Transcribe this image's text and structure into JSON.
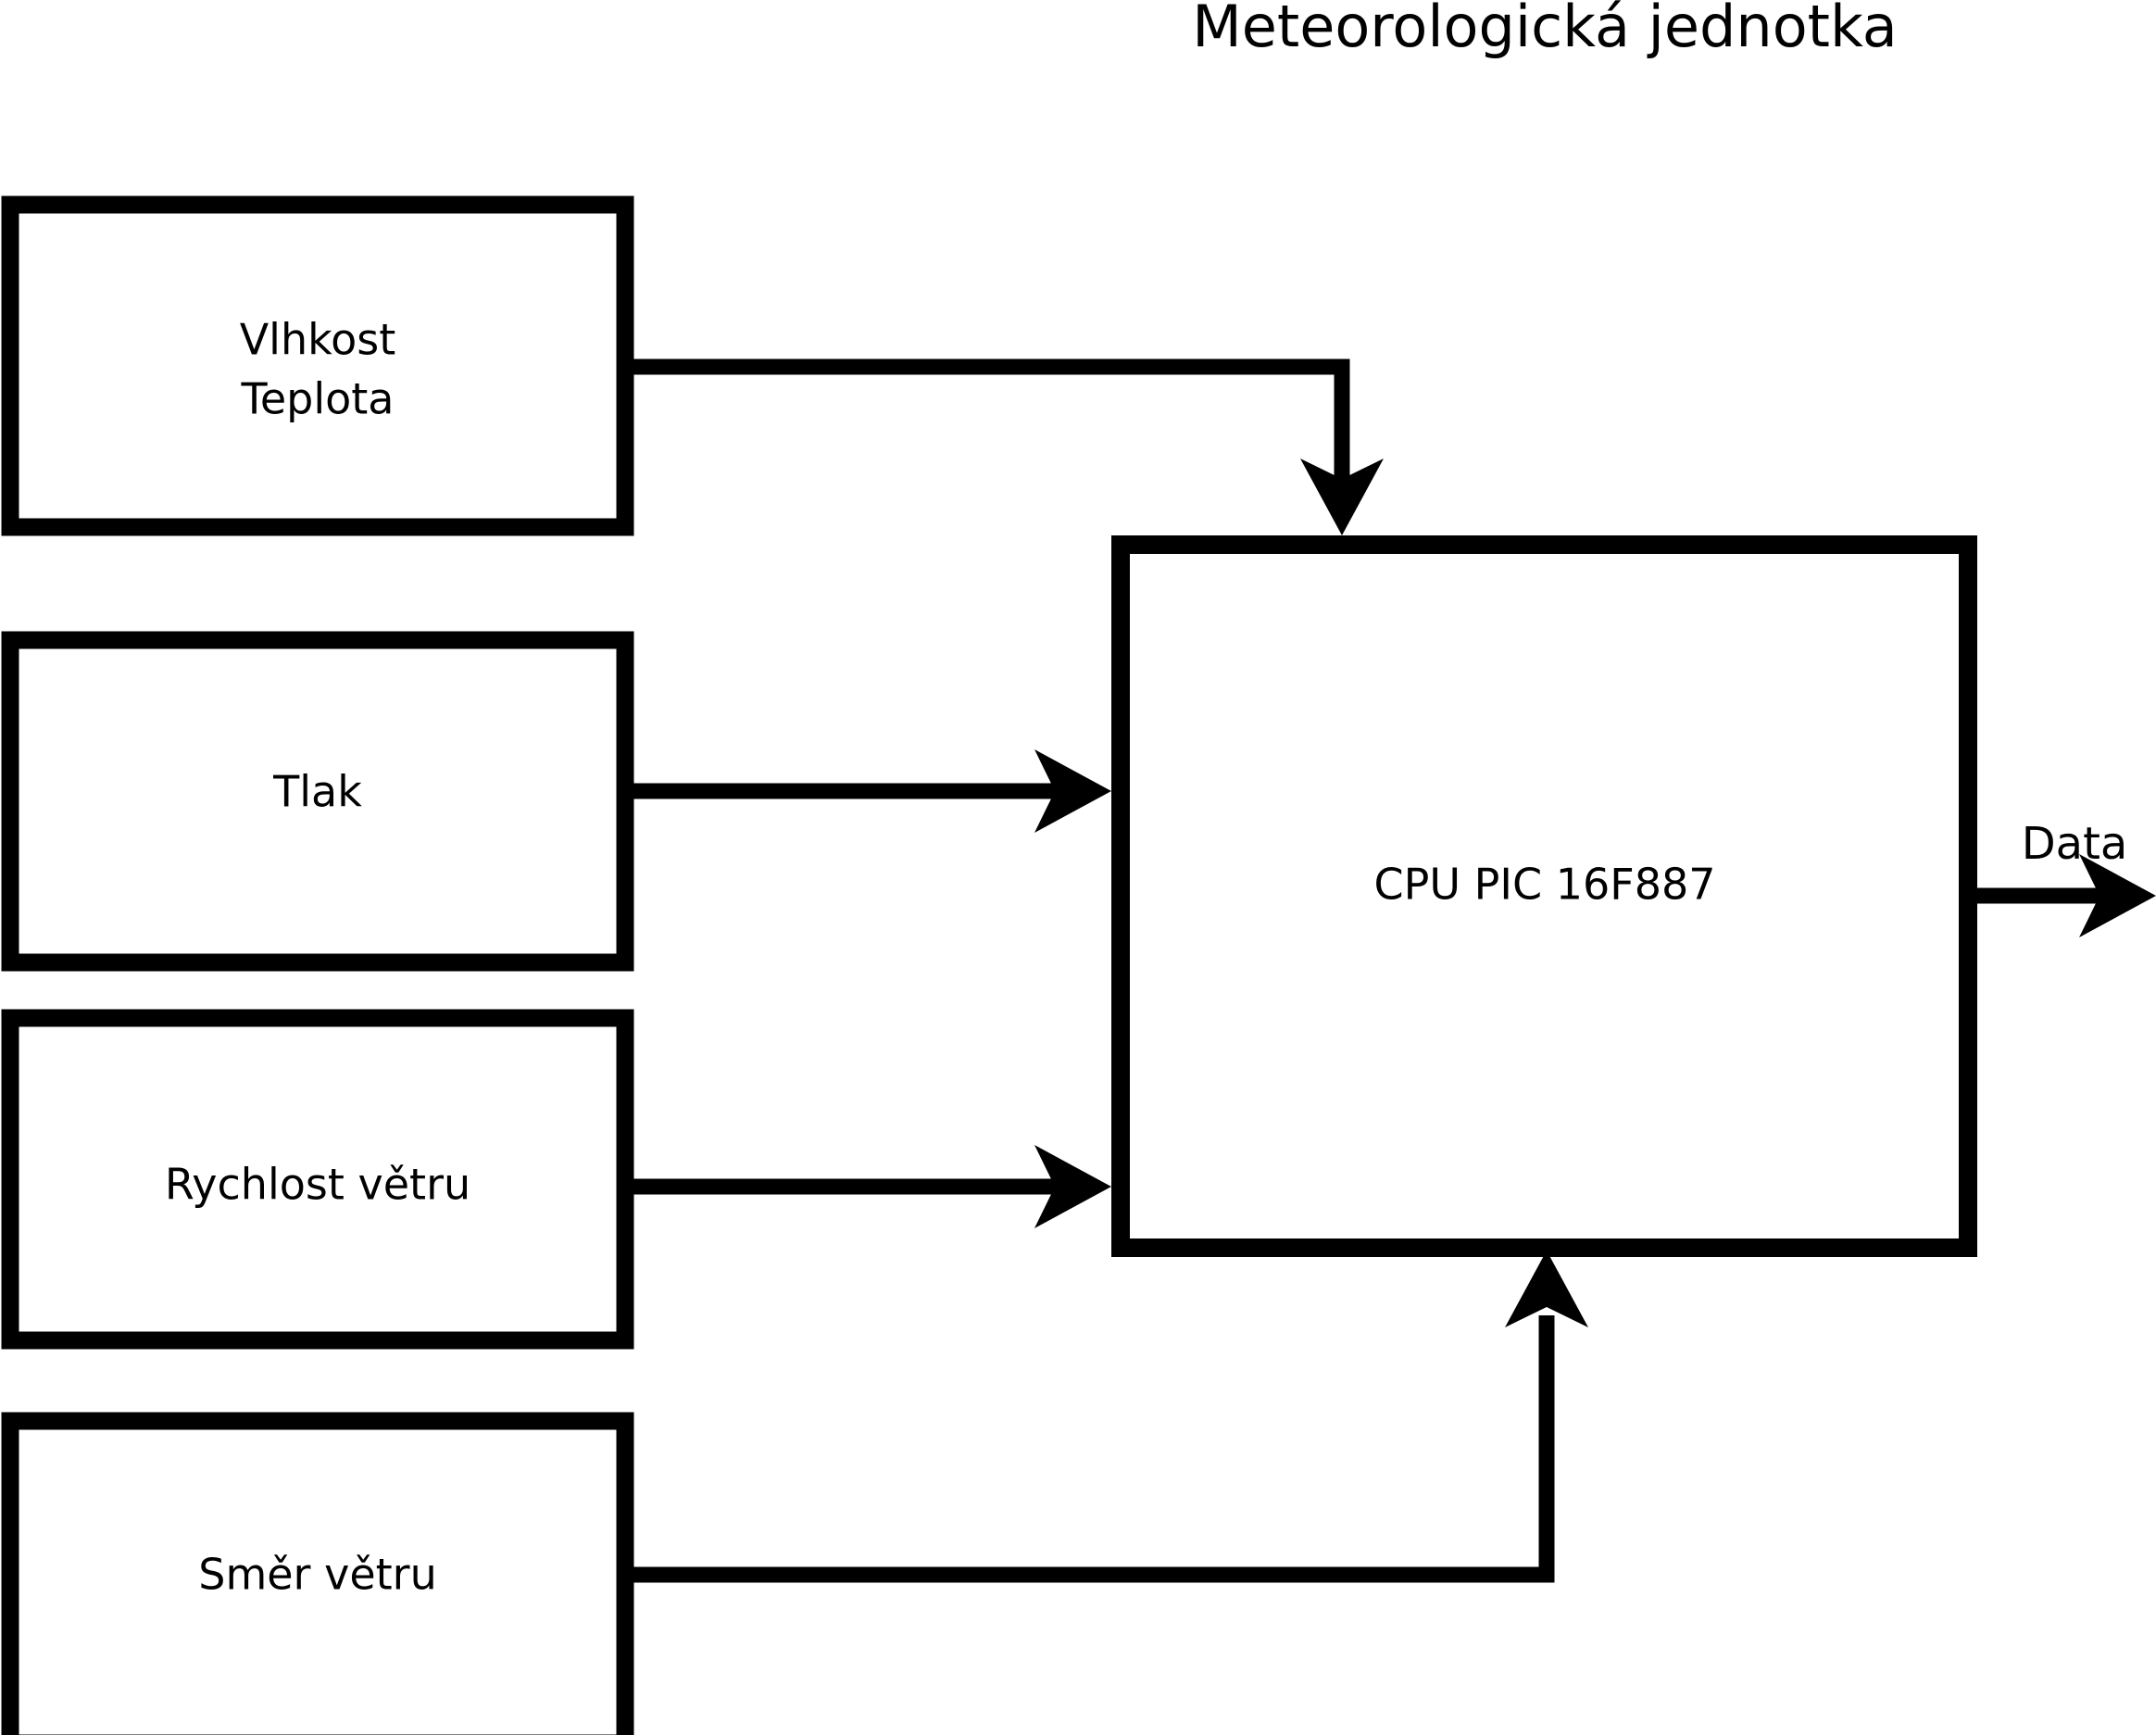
{
  "diagram": {
    "title": "Meteorologická jednotka",
    "background_color": "#ffffff",
    "line_color": "#000000",
    "text_color": "#000000",
    "sensor_blocks": [
      {
        "id": "humidity-temperature",
        "line1": "Vlhkost",
        "line2": "Teplota"
      },
      {
        "id": "pressure",
        "line1": "Tlak",
        "line2": ""
      },
      {
        "id": "wind-speed",
        "line1": "Rychlost větru",
        "line2": ""
      },
      {
        "id": "wind-direction",
        "line1": "Směr větru",
        "line2": ""
      }
    ],
    "cpu_block": {
      "id": "cpu",
      "label": "CPU PIC 16F887"
    },
    "output": {
      "id": "data-output",
      "label": "Data"
    }
  }
}
